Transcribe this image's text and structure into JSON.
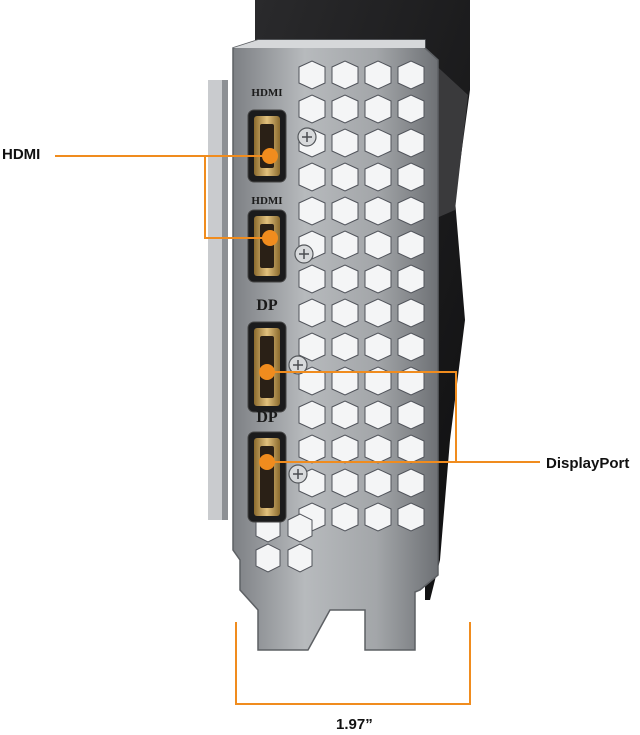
{
  "callouts": {
    "hdmi": "HDMI",
    "displayport": "DisplayPort",
    "width": "1.97”"
  },
  "bracket_port_marks": [
    "HDMI",
    "HDMI",
    "DP",
    "DP"
  ],
  "colors": {
    "accent": "#f08c1e",
    "bracket": "#9c9fa3",
    "shroud": "#1c1c1e",
    "port_gold": "#c9a45c"
  }
}
